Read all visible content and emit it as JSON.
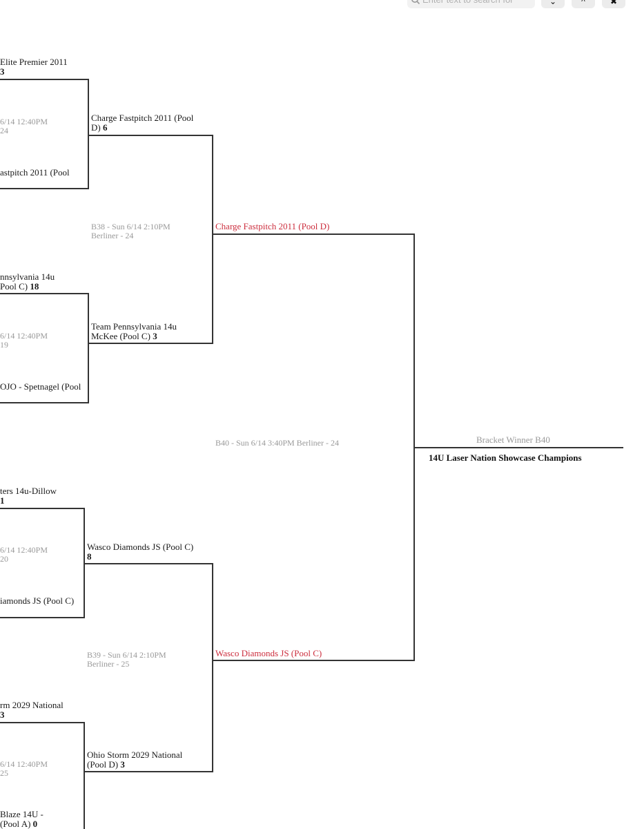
{
  "search": {
    "placeholder": "Enter text to search for"
  },
  "nav_buttons": {
    "down": "⌄",
    "up": "^",
    "close": "✖"
  },
  "round1": [
    {
      "team": "Elite Premier 2011",
      "score": "3"
    },
    {
      "info": "6/14 12:40PM",
      "info2": "24"
    },
    {
      "team": "astpitch 2011 (Pool"
    },
    {
      "team": "nnsylvania 14u",
      "team2": "Pool C)",
      "score": "18"
    },
    {
      "info": "6/14 12:40PM",
      "info2": "19"
    },
    {
      "team": "OJO - Spetnagel (Pool"
    },
    {
      "team": "ters 14u-Dillow",
      "score": "1"
    },
    {
      "info": "6/14 12:40PM",
      "info2": "20"
    },
    {
      "team": "iamonds JS (Pool C)"
    },
    {
      "team": "rm 2029 National",
      "score": "3"
    },
    {
      "info": "6/14 12:40PM",
      "info2": "25"
    },
    {
      "team": "Blaze 14U -",
      "team2": "(Pool A)",
      "score": "0"
    }
  ],
  "round2": [
    {
      "team": "Charge Fastpitch 2011 (Pool",
      "team2": "D)",
      "score": "6"
    },
    {
      "team": "Team Pennsylvania 14u",
      "team2": "McKee (Pool C)",
      "score": "3"
    },
    {
      "team": "Wasco Diamonds JS (Pool C)",
      "score": "8"
    },
    {
      "team": "Ohio Storm 2029 National",
      "team2": "(Pool D)",
      "score": "3"
    }
  ],
  "games": {
    "b38": {
      "line1": "B38 - Sun 6/14 2:10PM",
      "line2": "Berliner - 24"
    },
    "b39": {
      "line1": "B39 - Sun 6/14 2:10PM",
      "line2": "Berliner - 25"
    },
    "b40": {
      "line1": "B40 - Sun 6/14 3:40PM Berliner - 24"
    }
  },
  "semifinal_winners": {
    "top": "Charge Fastpitch 2011 (Pool D)",
    "bottom": "Wasco Diamonds JS (Pool C)"
  },
  "final": {
    "bracket_winner": "Bracket Winner B40",
    "champion_title": "14U Laser Nation Showcase Champions"
  },
  "colors": {
    "winner": "#cc2d3d",
    "line": "#333333",
    "info": "#999999"
  }
}
